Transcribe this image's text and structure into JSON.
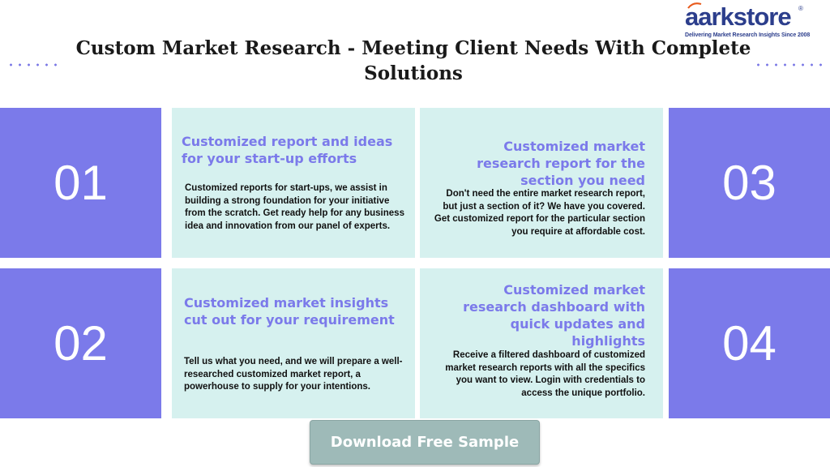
{
  "title": "Custom Market Research - Meeting Client Needs With Complete Solutions",
  "logo": {
    "word_part1": "aark",
    "word_part2": "store",
    "registered": "®",
    "tagline": "Delivering Market Research Insights Since 2008"
  },
  "items": [
    {
      "number": "01",
      "heading": "Customized report and ideas for your start-up efforts",
      "body": "Customized reports for start-ups, we assist in building a strong foundation for your initiative from the scratch. Get ready help for any business idea and innovation from our panel of experts."
    },
    {
      "number": "02",
      "heading": "Customized market insights cut out for your requirement",
      "body": "Tell us what you need, and we will prepare a well-researched customized market report, a powerhouse to supply for your intentions."
    },
    {
      "number": "03",
      "heading": "Customized market research report for the section you need",
      "body": "Don't need the entire market research report, but just a section of it? We have you covered. Get customized report for the particular section you require at affordable cost."
    },
    {
      "number": "04",
      "heading": "Customized market research dashboard with quick updates and highlights",
      "body": "Receive a filtered dashboard of customized market research reports with all the specifics you want to view. Login with credentials to access the unique portfolio."
    }
  ],
  "button_label": "Download Free Sample",
  "colors": {
    "accent": "#7b7aea",
    "card_bg": "#d6f1ef",
    "button_bg": "#9ebab8",
    "logo": "#2c3e8c"
  }
}
